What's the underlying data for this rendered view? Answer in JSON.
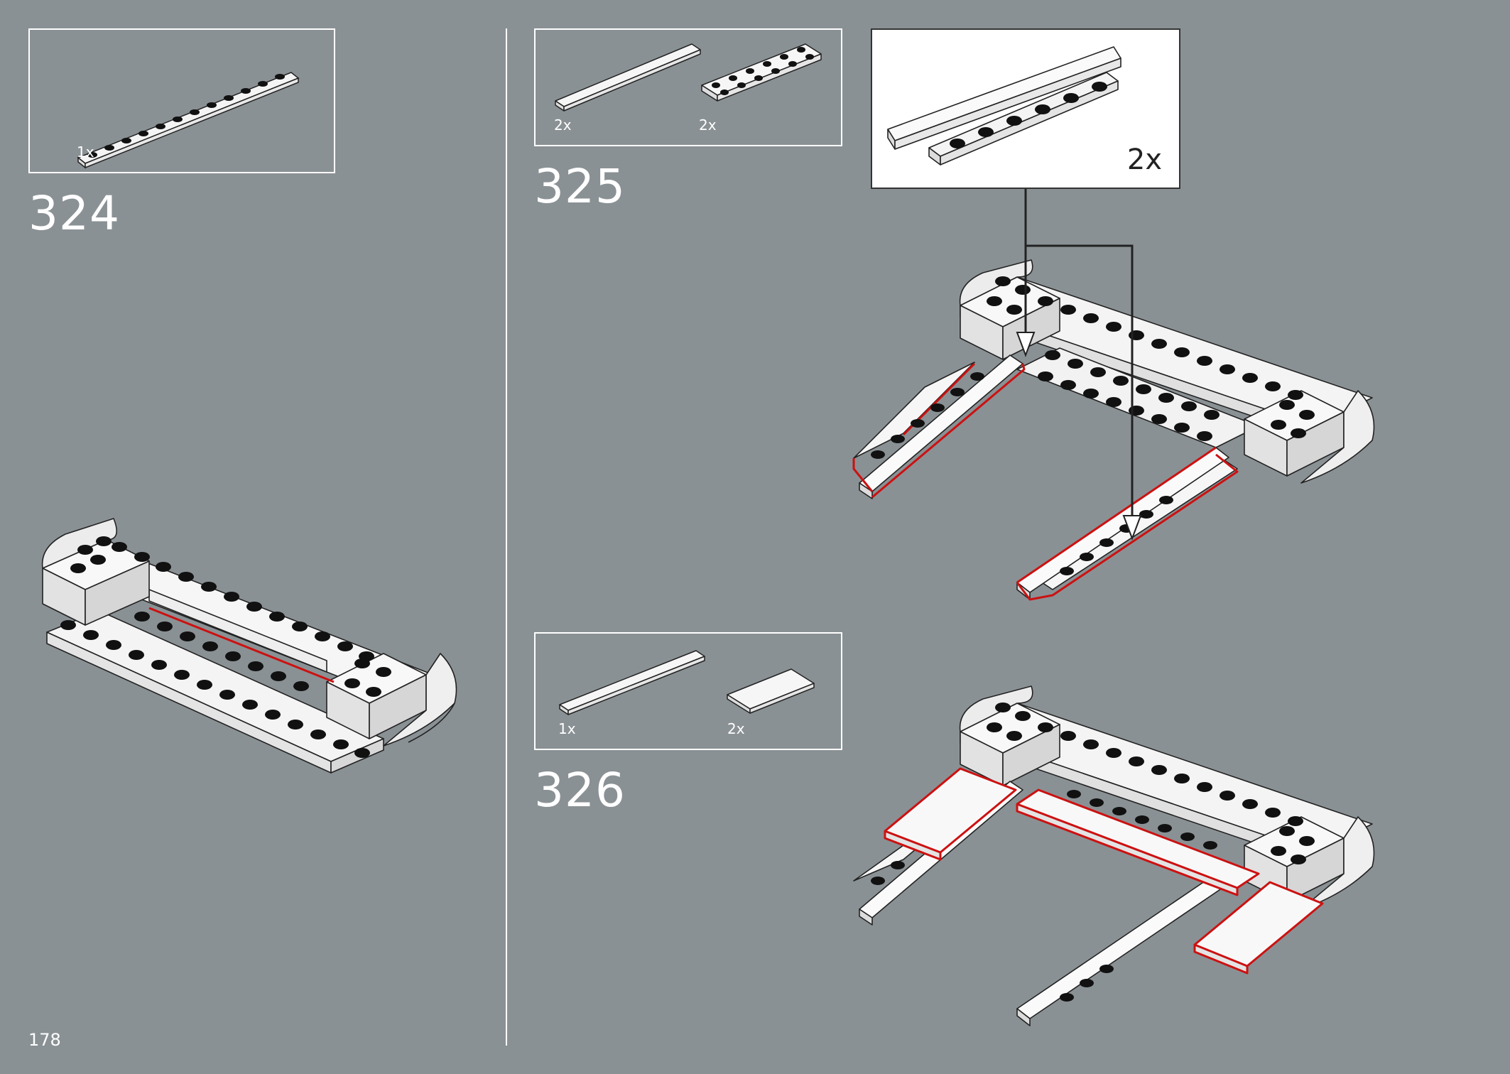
{
  "page": {
    "number": "178",
    "background": "#8a9194",
    "highlight": "#cc1111"
  },
  "steps": [
    {
      "number": "324",
      "parts": [
        {
          "qty": "1x",
          "part": "plate-1x12"
        }
      ]
    },
    {
      "number": "325",
      "parts": [
        {
          "qty": "2x",
          "part": "tile-1x8"
        },
        {
          "qty": "2x",
          "part": "plate-2x6"
        }
      ],
      "subassembly": {
        "qty": "2x"
      }
    },
    {
      "number": "326",
      "parts": [
        {
          "qty": "1x",
          "part": "tile-1x8"
        },
        {
          "qty": "2x",
          "part": "tile-2x4"
        }
      ]
    }
  ]
}
